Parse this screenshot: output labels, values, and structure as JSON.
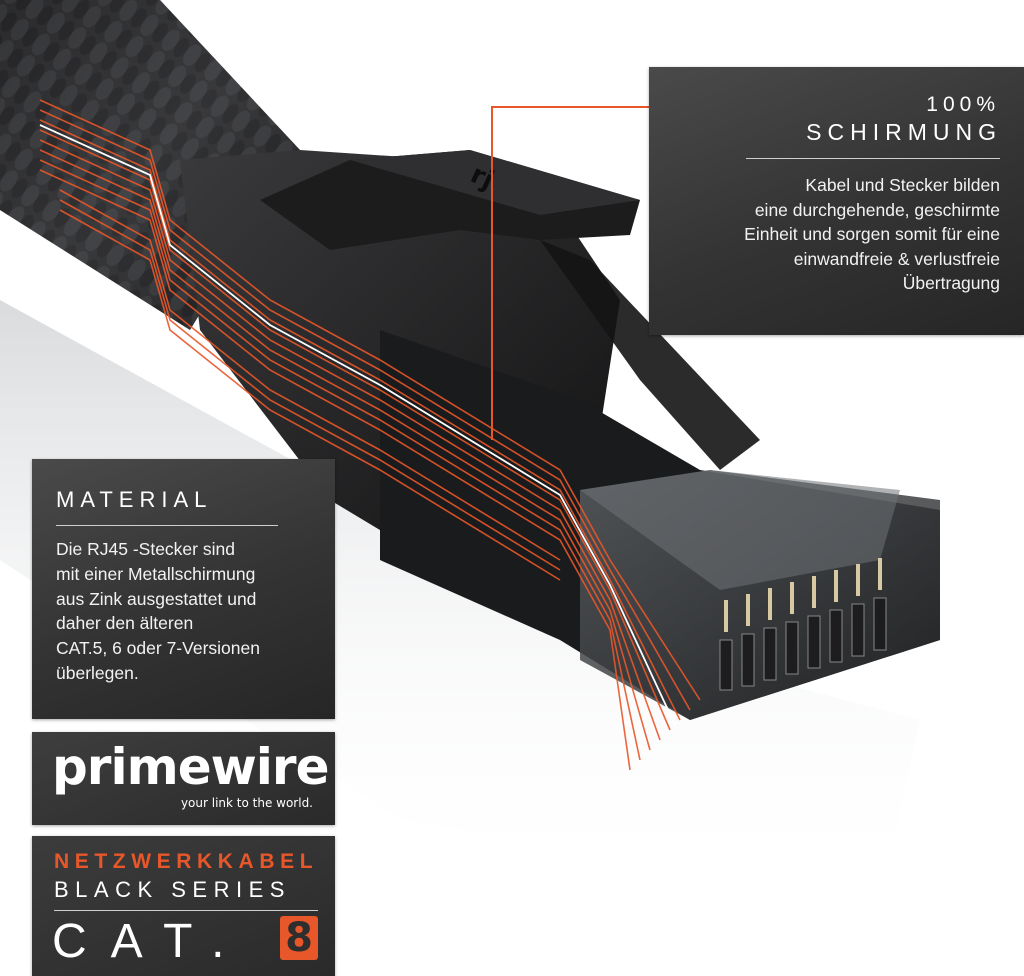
{
  "colors": {
    "accent": "#e8572a",
    "panel": "#333333",
    "text": "#ffffff",
    "background": "#ffffff"
  },
  "shielding": {
    "percent": "100%",
    "title": "SCHIRMUNG",
    "lines": [
      "Kabel und Stecker bilden",
      "eine durchgehende, geschirmte",
      "Einheit und sorgen somit für eine",
      "einwandfreie & verlustfreie",
      "Übertragung"
    ]
  },
  "material": {
    "title": "MATERIAL",
    "lines": [
      "Die RJ45 -Stecker sind",
      "mit einer Metallschirmung",
      "aus Zink ausgestattet und",
      "daher den älteren",
      "CAT.5, 6 oder 7-Versionen",
      "überlegen."
    ]
  },
  "brand": {
    "logo": "primewire",
    "tagline": "your link to the world."
  },
  "product": {
    "category": "NETZWERKKABEL",
    "series": "BLACK SERIES",
    "cat_label": "CAT.",
    "cat_number": "8"
  },
  "illustration": {
    "subject": "RJ45 connector with braided black cable",
    "connector_mark": "rj"
  }
}
